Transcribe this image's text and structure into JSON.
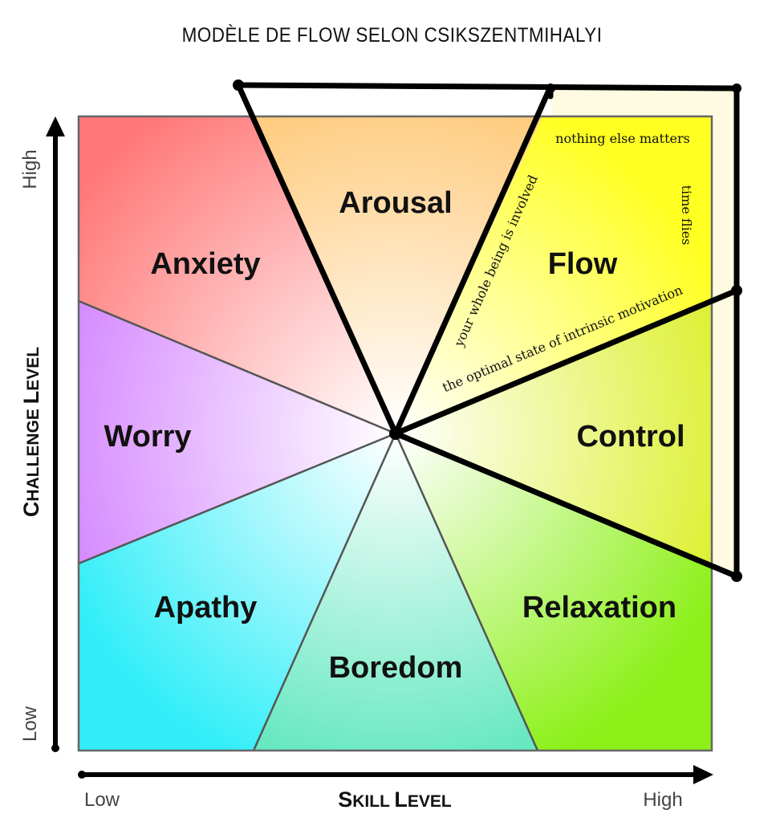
{
  "title": "MODÈLE DE FLOW SELON CSIKSZENTMIHALYI",
  "regions": {
    "arousal": "Arousal",
    "anxiety": "Anxiety",
    "flow": "Flow",
    "worry": "Worry",
    "control": "Control",
    "apathy": "Apathy",
    "relaxation": "Relaxation",
    "boredom": "Boredom"
  },
  "notes": {
    "nothing_else": "nothing else matters",
    "time_flies": "time flies",
    "whole_being": "your whole being is involved",
    "optimal_state": "the optimal state of intrinsic motivation"
  },
  "y_axis": {
    "title_c": "C",
    "title_1": "HALLENGE",
    "title_l": "L",
    "title_2": "EVEL",
    "high": "High",
    "low": "Low"
  },
  "x_axis": {
    "title_s": "S",
    "title_1": "KILL",
    "title_l": "L",
    "title_2": "EVEL",
    "low": "Low",
    "high": "High"
  },
  "colors": {
    "anxiety": "#ff7777",
    "arousal": "#ffcc80",
    "flow": "#ffff22",
    "worry": "#d68cff",
    "control": "#dcf030",
    "apathy": "#33eef8",
    "relaxation": "#8cf018",
    "boredom": "#66e8c0",
    "center": "#ffffff",
    "outline": "#000000",
    "flow_zone_fill": "#fffbe2"
  }
}
